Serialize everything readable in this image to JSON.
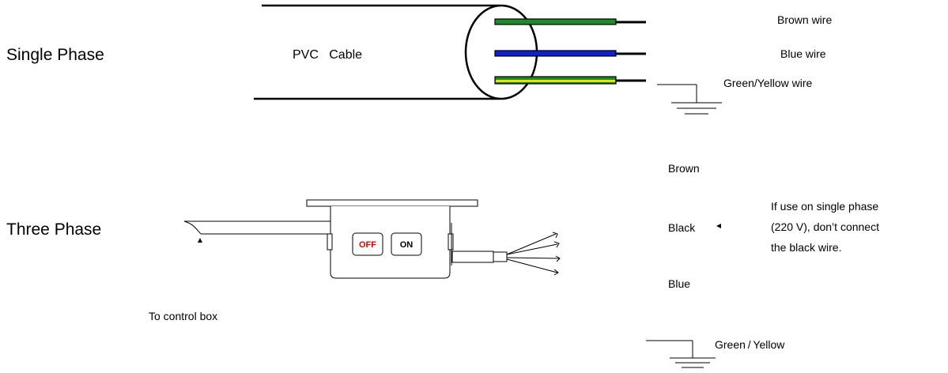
{
  "single_phase": {
    "title": "Single Phase",
    "cable_label": "PVC   Cable",
    "wires": [
      {
        "label": "Brown wire",
        "color": "#1f8a2a"
      },
      {
        "label": "Blue wire",
        "color": "#1020d0"
      },
      {
        "label": "Green/Yellow wire",
        "color": "#1f8a2a",
        "stripe": "#f0e000"
      }
    ]
  },
  "three_phase": {
    "title": "Three Phase",
    "off_label": "OFF",
    "on_label": "ON",
    "off_color": "#e00000",
    "control_box_label": "To control box",
    "wire_labels": {
      "brown": "Brown",
      "black": "Black",
      "blue": "Blue",
      "green_yellow": "Green / Yellow"
    },
    "note_lines": [
      "If use on single phase",
      "(220 V), don’t connect",
      "the black wire."
    ]
  }
}
